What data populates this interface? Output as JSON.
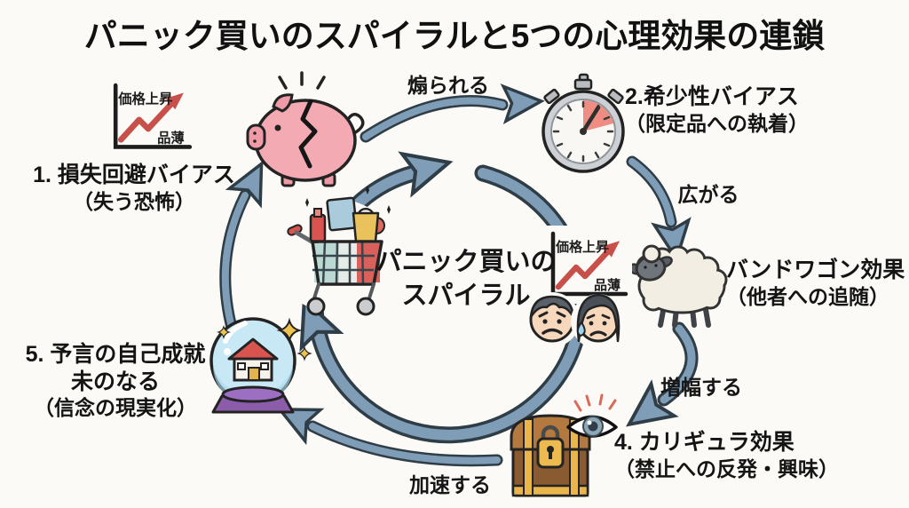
{
  "title": "パニック買いのスパイラルと5つの心理効果の連鎖",
  "center": {
    "line1": "パニック買いの",
    "line2": "スパイラル"
  },
  "nodes": [
    {
      "title": "1. 損失回避バイアス",
      "subtitle": "（失う恐怖）"
    },
    {
      "title": "2.希少性バイアス",
      "subtitle": "（限定品への執着）"
    },
    {
      "title": "バンドワゴン効果",
      "subtitle": "（他者への追随）"
    },
    {
      "title": "4. カリギュラ効果",
      "subtitle": "（禁止への反発・興味）"
    },
    {
      "title": "5. 予言の自己成就",
      "line2": "未のなる",
      "subtitle": "（信念の現実化）"
    }
  ],
  "arrow_labels": {
    "incite": "煽られる",
    "spread": "広がる",
    "amplify": "増幅する",
    "accelerate": "加速する"
  },
  "chart_icon": {
    "top_label": "価格上昇",
    "bottom_label": "品薄"
  },
  "icons": [
    "price-chart-icon",
    "broken-piggy-bank-icon",
    "stopwatch-icon",
    "sheep-icon",
    "treasure-chest-icon",
    "eye-icon",
    "crystal-ball-icon",
    "shopping-cart-icon",
    "worried-man-icon",
    "worried-woman-icon"
  ],
  "colors": {
    "background": "#fbfaf6",
    "arrow_fill": "#7f9db6",
    "arrow_outline": "#2e3d46",
    "chart_red": "#c8504b",
    "pig_pink": "#f3aab3",
    "gold": "#e8b64c",
    "chest_brown": "#a9713f",
    "crystal_glass": "#c8e8f5",
    "base_purple": "#8a5caa",
    "wool": "#f2eee4",
    "text": "#141414"
  }
}
